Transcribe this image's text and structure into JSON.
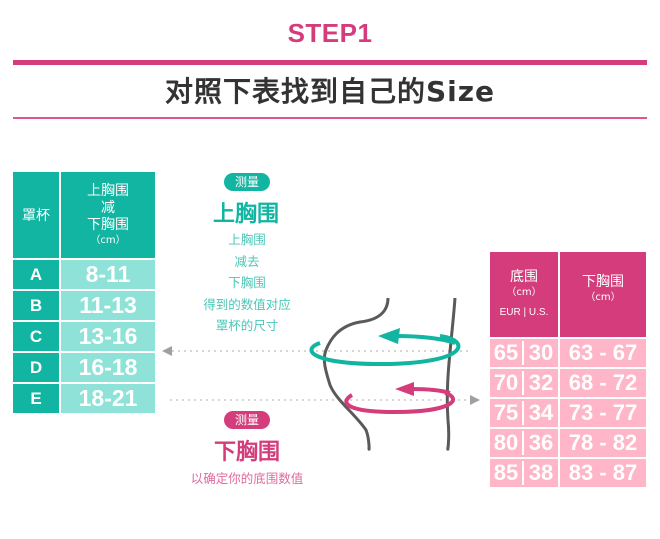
{
  "header": {
    "step": "STEP1",
    "title": "对照下表找到自己的Size"
  },
  "cup_table": {
    "headers": {
      "cup": "罩杯",
      "diff_line1": "上胸围",
      "diff_line2": "减",
      "diff_line3": "下胸围",
      "diff_unit": "（cm）"
    },
    "rows": [
      {
        "cup": "A",
        "range": "8-11"
      },
      {
        "cup": "B",
        "range": "11-13"
      },
      {
        "cup": "C",
        "range": "13-16"
      },
      {
        "cup": "D",
        "range": "16-18"
      },
      {
        "cup": "E",
        "range": "18-21"
      }
    ]
  },
  "upper_measure": {
    "badge": "测量",
    "title": "上胸围",
    "desc_lines": [
      "上胸围",
      "减去",
      "下胸围",
      "得到的数值对应",
      "罩杯的尺寸"
    ]
  },
  "lower_measure": {
    "badge": "测量",
    "title": "下胸围",
    "desc": "以确定你的底围数值"
  },
  "band_table": {
    "headers": {
      "band": "底围",
      "band_unit": "（cm）",
      "band_sub": "EUR | U.S.",
      "under": "下胸围",
      "under_unit": "（cm）"
    },
    "rows": [
      {
        "eur": "65",
        "us": "30",
        "under": "63 - 67"
      },
      {
        "eur": "70",
        "us": "32",
        "under": "68 - 72"
      },
      {
        "eur": "75",
        "us": "34",
        "under": "73 - 77"
      },
      {
        "eur": "80",
        "us": "36",
        "under": "78 - 82"
      },
      {
        "eur": "85",
        "us": "38",
        "under": "83 - 87"
      }
    ]
  },
  "colors": {
    "pink_accent": "#d43c7c",
    "teal_accent": "#12b5a2",
    "teal_light": "#8ee2d7",
    "pink_light": "#ffb6c8",
    "title_text": "#333333"
  },
  "icons": {
    "left_pointer": "triangle-left-icon",
    "right_pointer": "triangle-right-icon",
    "body_figure": "torso-outline-icon"
  }
}
